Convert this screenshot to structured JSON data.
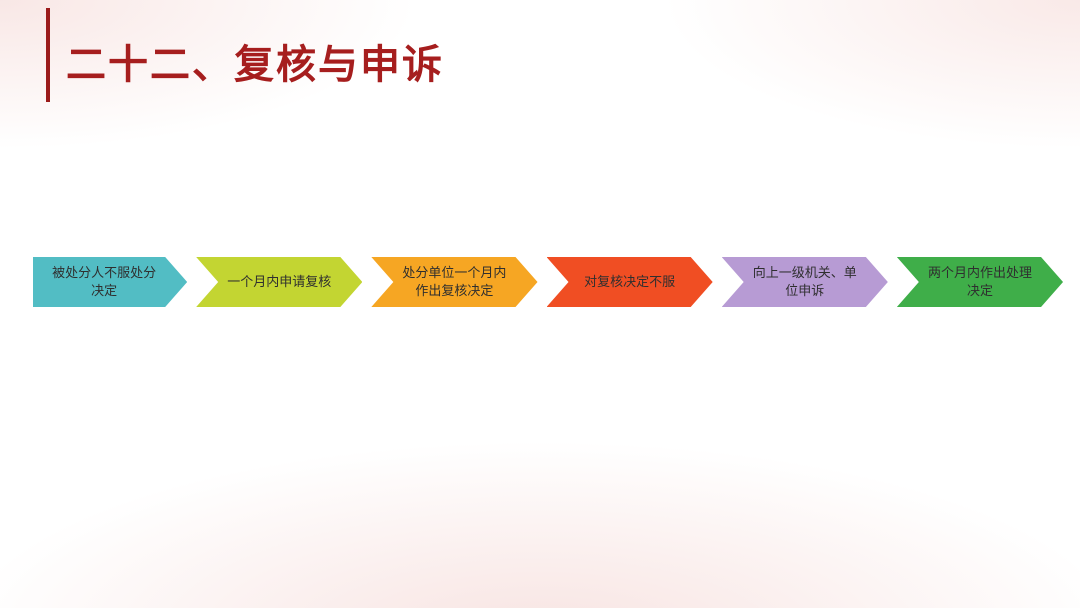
{
  "slide": {
    "title": "二十二、复核与申诉",
    "title_color": "#A61E1E",
    "accent_bar_color": "#9B1B1B",
    "background_tint": "#F3E4E2"
  },
  "flow": {
    "direction": "left-to-right",
    "shape": "chevron-arrow",
    "steps": [
      {
        "label": "被处分人不服处分决定",
        "color": "#52BDC4"
      },
      {
        "label": "一个月内申请复核",
        "color": "#C3D532"
      },
      {
        "label": "处分单位一个月内作出复核决定",
        "color": "#F6A623"
      },
      {
        "label": "对复核决定不服",
        "color": "#F04E23"
      },
      {
        "label": "向上一级机关、单位申诉",
        "color": "#B79BD4"
      },
      {
        "label": "两个月内作出处理决定",
        "color": "#3FAE49"
      }
    ]
  }
}
